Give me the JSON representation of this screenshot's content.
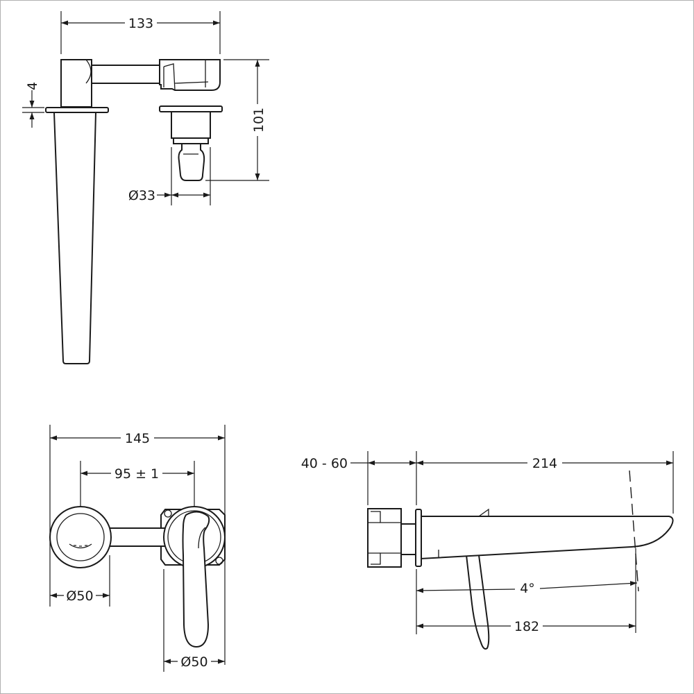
{
  "colors": {
    "line": "#1a1a1a",
    "background": "#ffffff",
    "frame": "#b0b0b0"
  },
  "top_view": {
    "width_label": "133",
    "height_label": "101",
    "plate_label": "4",
    "diameter_label": "Ø33"
  },
  "front_view": {
    "width_label": "145",
    "centers_label": "95 ± 1",
    "left_diameter_label": "Ø50",
    "right_diameter_label": "Ø50"
  },
  "side_view": {
    "wall_range_label": "40 - 60",
    "length_label": "214",
    "angle_label": "4°",
    "reach_label": "182"
  }
}
